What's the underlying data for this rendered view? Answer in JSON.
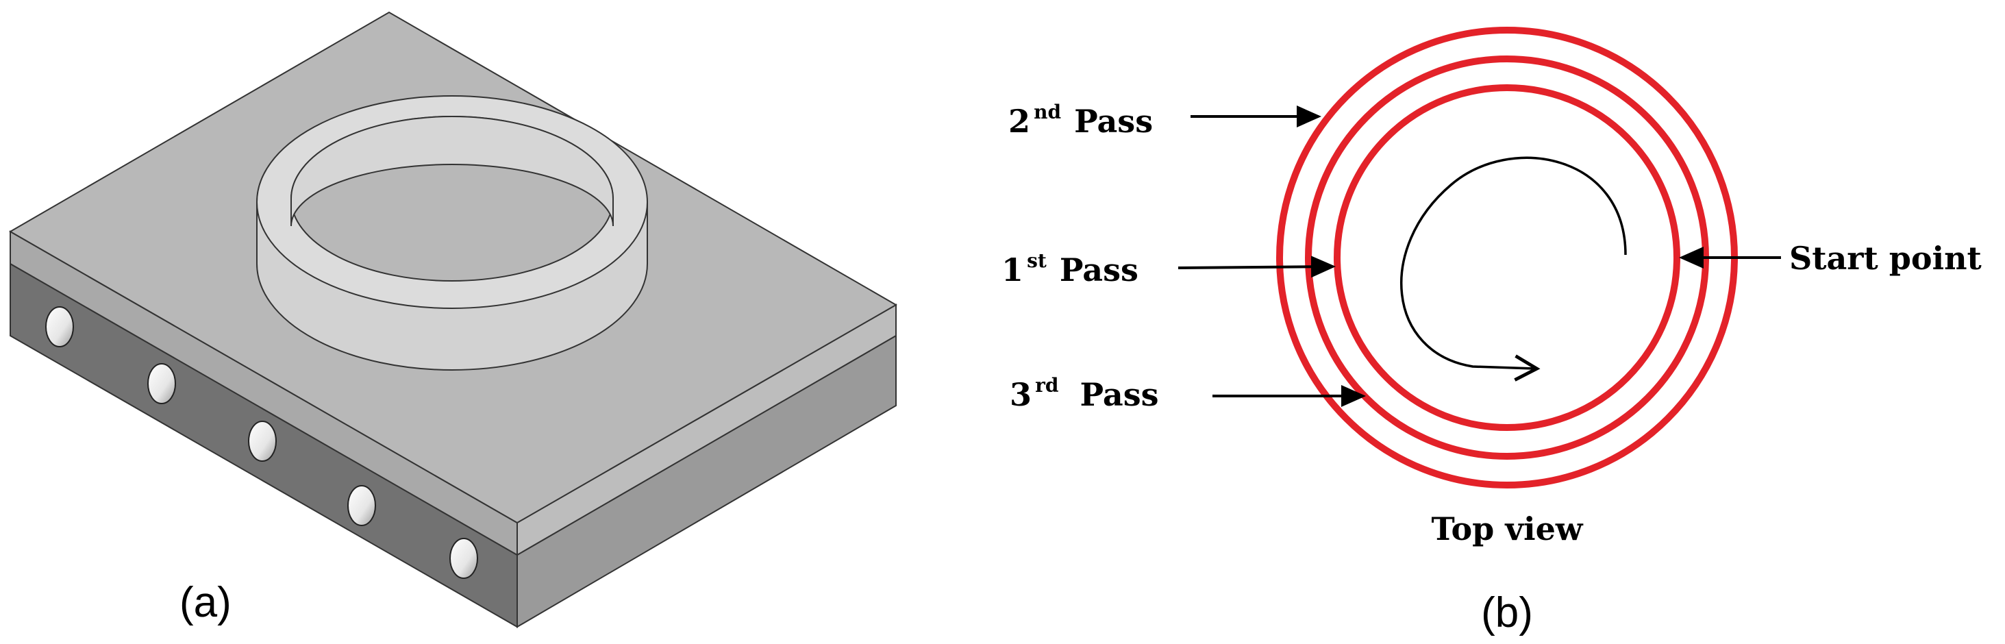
{
  "panels": {
    "a": {
      "label": "(a)"
    },
    "b": {
      "label": "(b)",
      "caption": "Top view",
      "start_label": "Start point",
      "passes": [
        {
          "num": "2",
          "sup": "nd",
          "word": "Pass"
        },
        {
          "num": "1",
          "sup": "st",
          "word": "Pass"
        },
        {
          "num": "3",
          "sup": "rd",
          "word": "Pass"
        }
      ]
    }
  },
  "colors": {
    "ring": "#e32229",
    "plate_top": "#b8b8b8",
    "plate_side": "#727272",
    "plate_front": "#9a9a9a",
    "ring_face": "#d8d8d8",
    "hole": "#f2f2f2"
  }
}
